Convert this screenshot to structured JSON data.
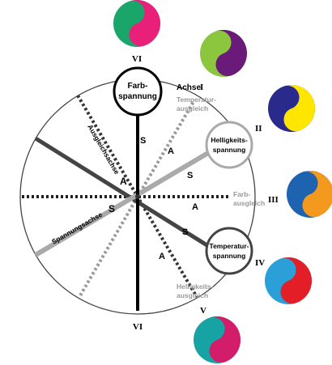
{
  "labels": {
    "farbspannung_l1": "Farb-",
    "farbspannung_l2": "spannung",
    "helligkeit_l1": "Helligkeits-",
    "helligkeit_l2": "spannung",
    "temperatur_l1": "Temperatur-",
    "temperatur_l2": "spannung",
    "achse": "Achse",
    "achse_num": "I",
    "temp_ausgleich_l1": "Temperatur-",
    "temp_ausgleich_l2": "ausgleich",
    "farb_ausgleich_l1": "Farb-",
    "farb_ausgleich_l2": "ausgleich",
    "hell_ausgleich_l1": "Helligkeits-",
    "hell_ausgleich_l2": "ausgleich",
    "ausgleichsachse": "Ausgleichsachse",
    "spannungsachse": "Spannungsachse",
    "letter_s": "S",
    "letter_a": "A"
  },
  "numerals": {
    "vi_top": "VI",
    "ii": "II",
    "iii": "III",
    "iv": "IV",
    "v": "V",
    "vi_bottom": "VI"
  },
  "colors": {
    "swatch_vi_top": [
      "#e8207a",
      "#1aa66a"
    ],
    "swatch_vi_2": [
      "#6a1a78",
      "#8cc63f"
    ],
    "swatch_ii": [
      "#ffe600",
      "#2a2a8c"
    ],
    "swatch_iii": [
      "#f39a1e",
      "#1e63b0"
    ],
    "swatch_iv": [
      "#e31e26",
      "#2a9fd8"
    ],
    "swatch_v": [
      "#d41d6a",
      "#17a3a3"
    ],
    "axis_dark": "#444444",
    "axis_grey": "#aaaaaa"
  }
}
